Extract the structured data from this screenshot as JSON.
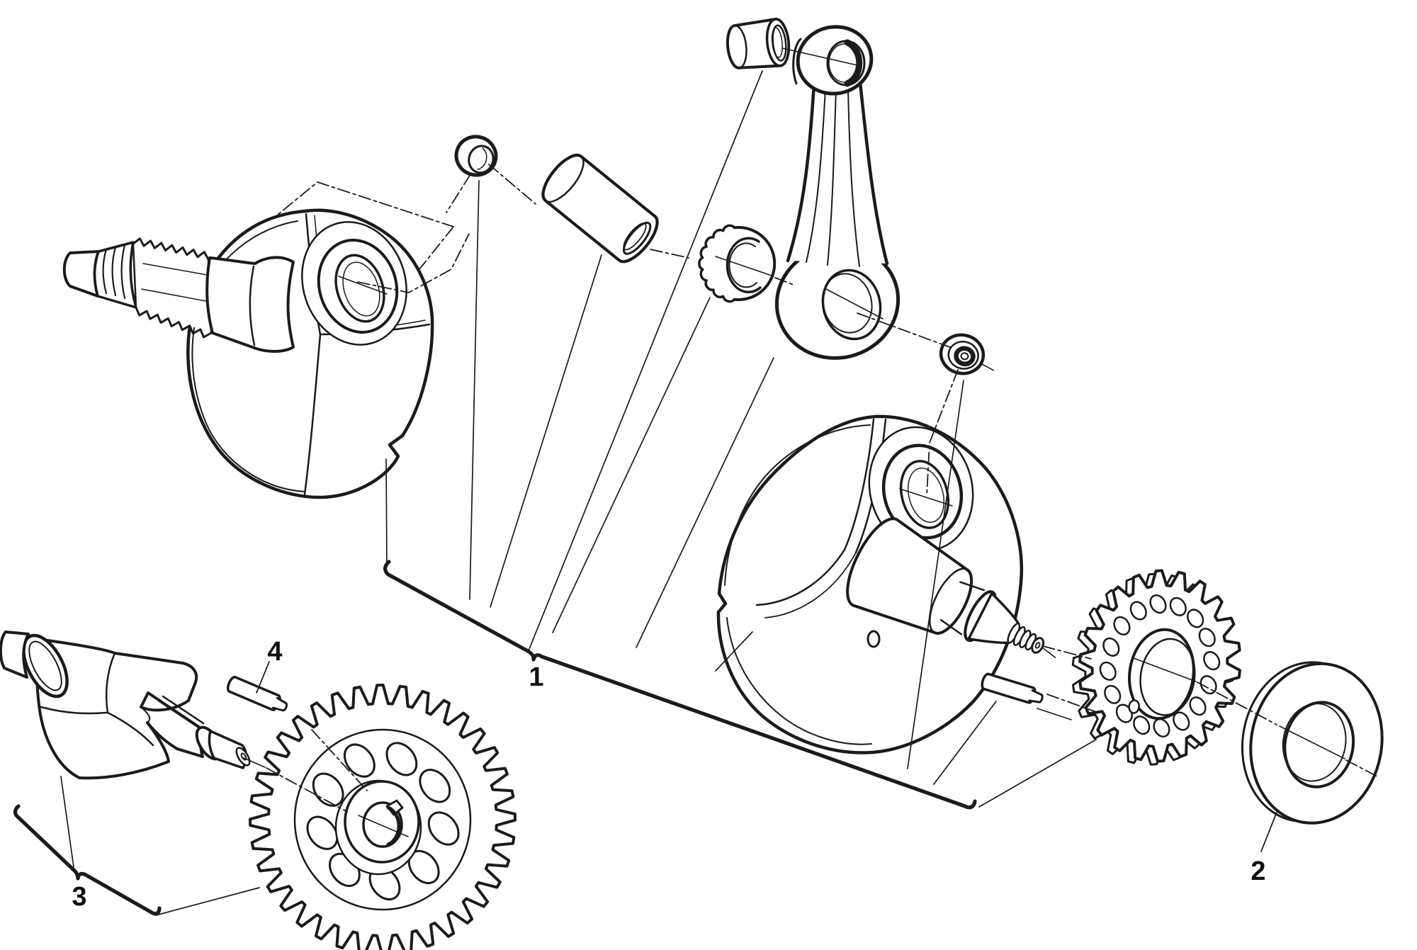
{
  "figure": {
    "type": "exploded-parts-diagram",
    "subject": "Engine crankshaft, connecting rod and balance shaft assembly",
    "background_color": "#ffffff",
    "line_color": "#1b1b1b",
    "callouts": {
      "c1": {
        "label": "1",
        "part": "crankshaft assembly (crank webs, shafts, crank-pin plugs, piston pin, needle bearing, small-end bushing, connecting rod, drive sprocket)"
      },
      "c2": {
        "label": "2",
        "part": "thrust washer"
      },
      "c3": {
        "label": "3",
        "part": "balance shaft with driven gear"
      },
      "c4": {
        "label": "4",
        "part": "locating dowel pin"
      }
    },
    "parts_depicted": [
      "crankshaft left half with splined shaft",
      "crank pin end plug (left)",
      "piston pin",
      "small-end bushing",
      "connecting rod",
      "big-end needle roller bearing cage",
      "crank pin end plug (right)",
      "crankshaft right half with threaded shaft end",
      "sprocket locating pin",
      "primary drive sprocket",
      "thrust washer",
      "balance shaft",
      "gear locating pin",
      "balance shaft driven gear"
    ]
  }
}
